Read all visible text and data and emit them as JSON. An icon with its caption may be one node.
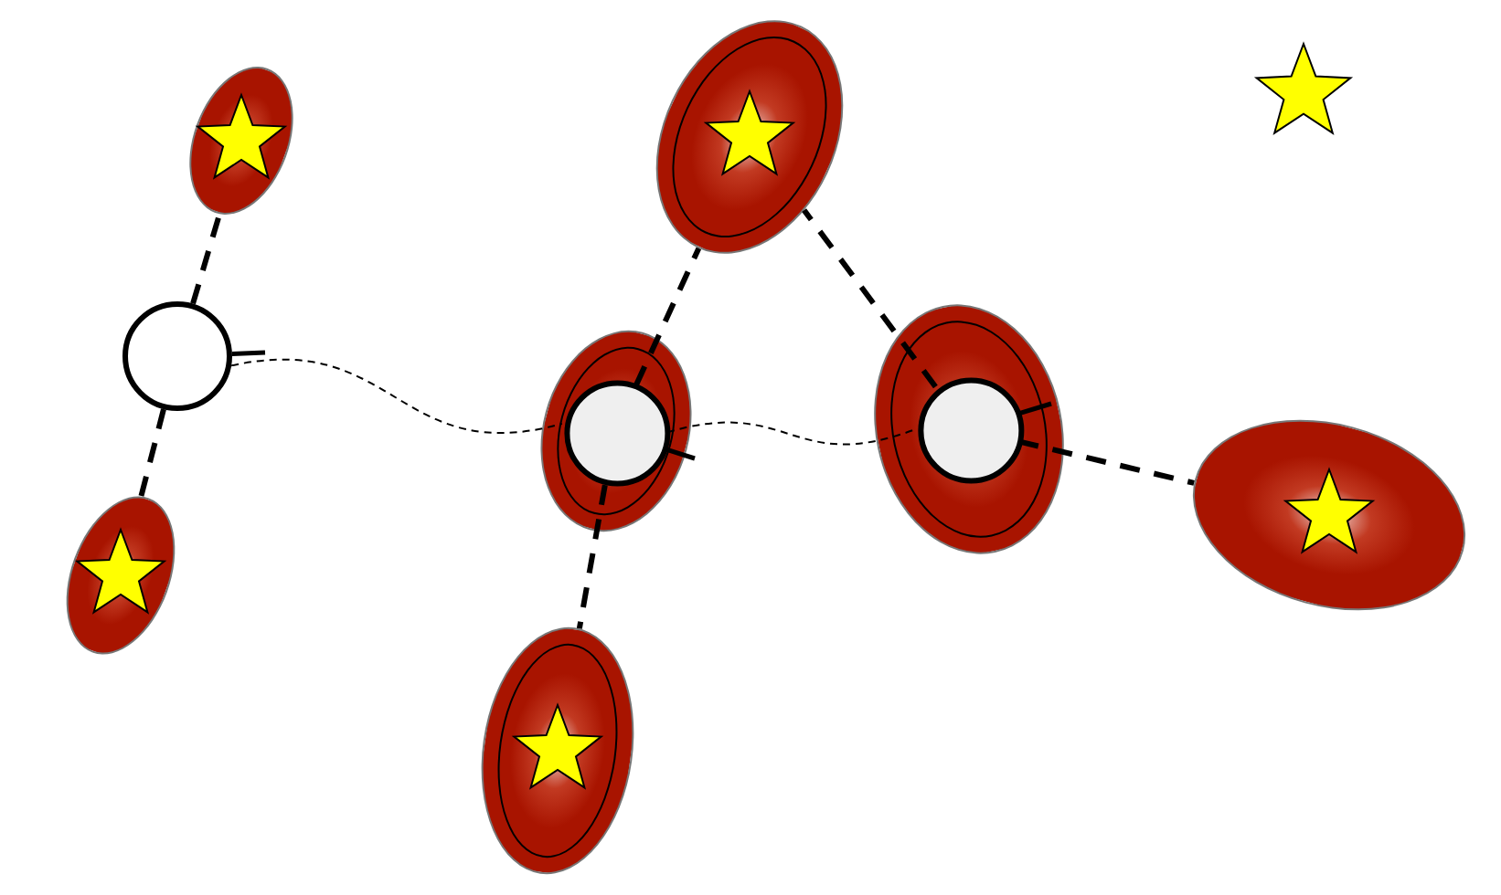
{
  "diagram": {
    "nodes": [
      {
        "text": [],
        "shape": "ellipse"
      },
      {
        "text": [],
        "shape": "ellipse"
      },
      {
        "text": [],
        "shape": "circle"
      },
      {
        "text": [],
        "shape": "ellipse"
      },
      {
        "text": [],
        "shape": "circle",
        "in": 3
      },
      {
        "text": [],
        "shape": "ellipse"
      },
      {
        "text": [],
        "shape": "circle",
        "in": 5
      },
      {
        "text": [],
        "shape": "ellipse"
      },
      {
        "text": [],
        "shape": "ellipse"
      },
      {
        "text": [],
        "shape": "ellipse"
      }
    ],
    "edges": [
      {
        "from": 2,
        "to": 0,
        "arrow": "none",
        "style": "dashed"
      },
      {
        "from": 2,
        "to": 8,
        "arrow": "none",
        "style": "dashed"
      },
      {
        "from": 4,
        "to": 1,
        "arrow": "none",
        "style": "dashed"
      },
      {
        "from": 6,
        "to": 1,
        "arrow": "none",
        "style": "dashed"
      },
      {
        "from": 6,
        "to": 7,
        "arrow": "none",
        "style": "dashed"
      },
      {
        "from": 4,
        "to": 9,
        "arrow": "none",
        "style": "dashed"
      },
      {
        "from": 2,
        "to": 4,
        "arrow": "none",
        "style": "dashed"
      },
      {
        "from": 4,
        "to": 6,
        "arrow": "none",
        "style": "dashed"
      },
      {
        "from": 2,
        "to": null,
        "arrow": "none"
      },
      {
        "from": 4,
        "to": null,
        "arrow": "none"
      },
      {
        "from": 6,
        "to": null,
        "arrow": "none"
      }
    ]
  }
}
